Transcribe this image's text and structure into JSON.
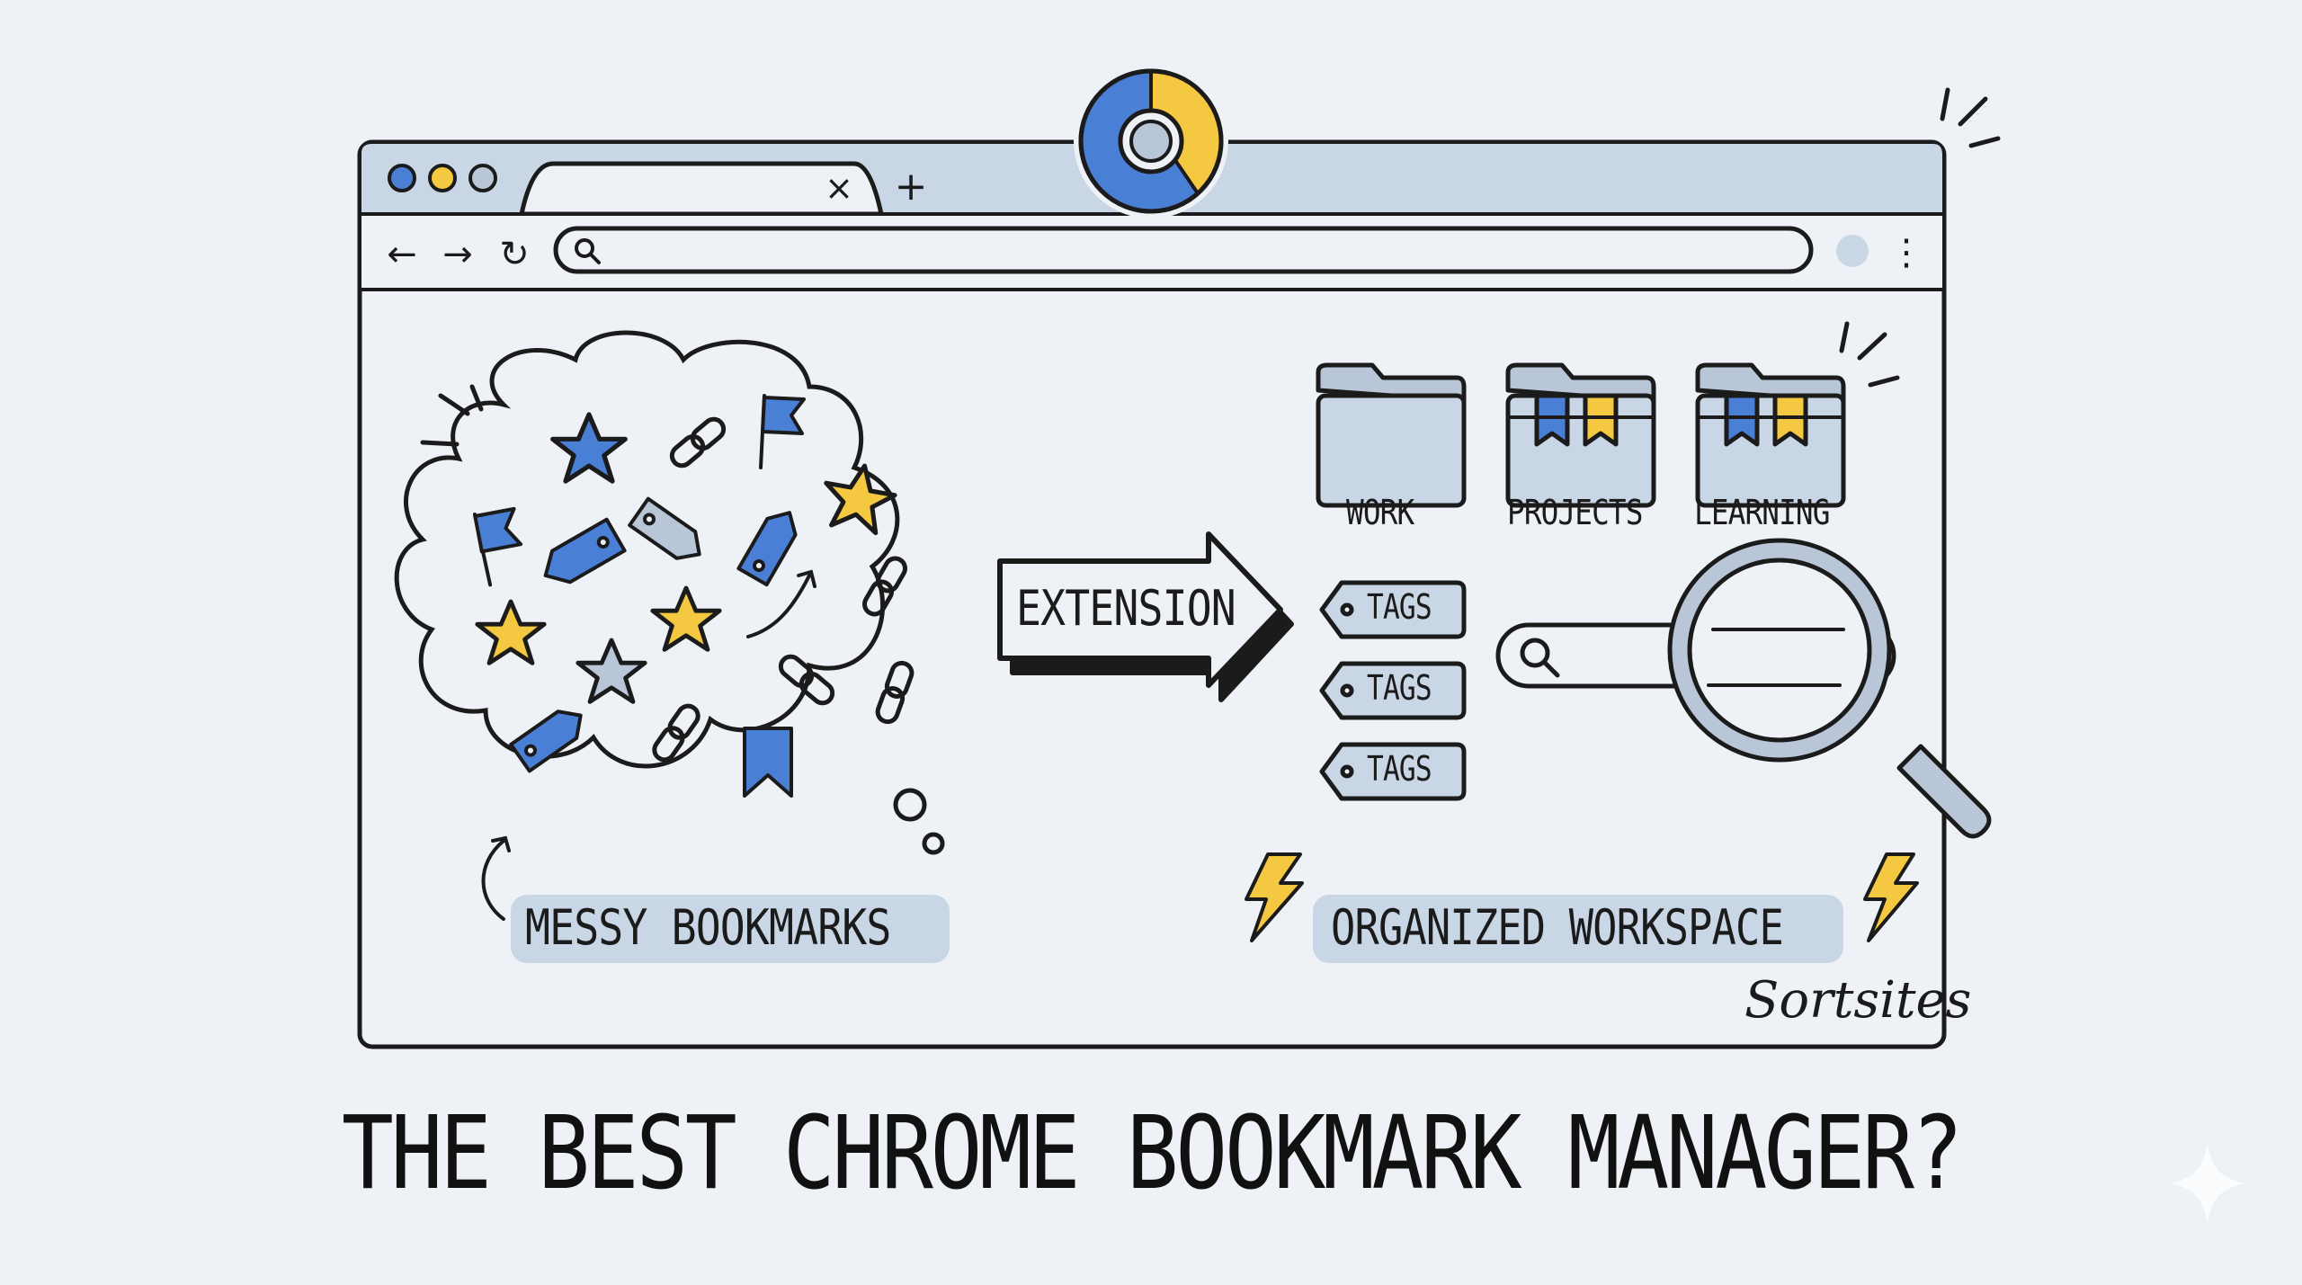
{
  "browser": {
    "tab_close": "×",
    "new_tab": "+",
    "nav": {
      "back": "←",
      "forward": "→",
      "reload": "↻"
    },
    "menu": "⋮"
  },
  "left_panel": {
    "label": "MESSY BOOKMARKS"
  },
  "middle": {
    "arrow_label": "EXTENSION"
  },
  "right_panel": {
    "folders": [
      "WORK",
      "PROJECTS",
      "LEARNING"
    ],
    "tags": [
      "TAGS",
      "TAGS",
      "TAGS"
    ],
    "label": "ORGANIZED WORKSPACE"
  },
  "signature": "Sortsites",
  "headline": "THE BEST CHROME BOOKMARK MANAGER?",
  "colors": {
    "blue": "#4a7fd6",
    "yellow": "#f4c840",
    "gray": "#b9c6d8",
    "ink": "#1b1b1b",
    "pill": "#c9d6e6"
  }
}
